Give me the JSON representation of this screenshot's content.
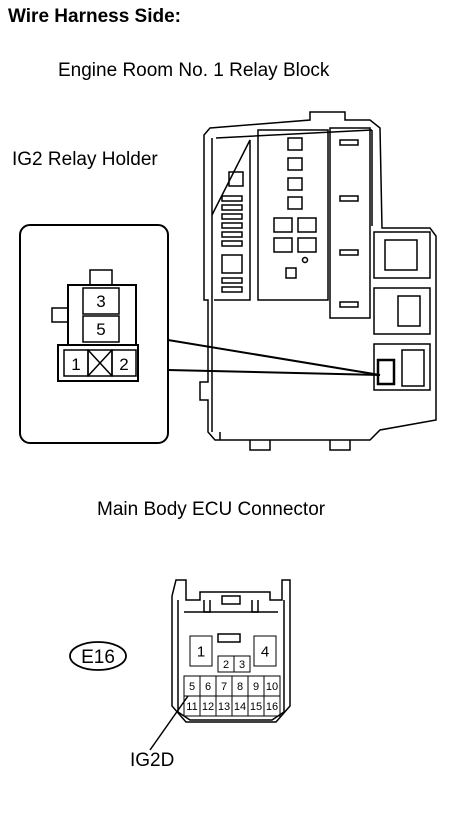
{
  "heading": "Wire Harness Side:",
  "relay_block": {
    "title": "Engine Room No. 1 Relay Block"
  },
  "relay_holder": {
    "title": "IG2 Relay Holder",
    "pins": [
      "3",
      "5",
      "1",
      "2"
    ]
  },
  "ecu_connector": {
    "title": "Main Body ECU Connector",
    "code": "E16",
    "pin_label": "IG2D",
    "pins": [
      "1",
      "4",
      "2",
      "3",
      "5",
      "6",
      "7",
      "8",
      "9",
      "10",
      "11",
      "12",
      "13",
      "14",
      "15",
      "16"
    ]
  }
}
